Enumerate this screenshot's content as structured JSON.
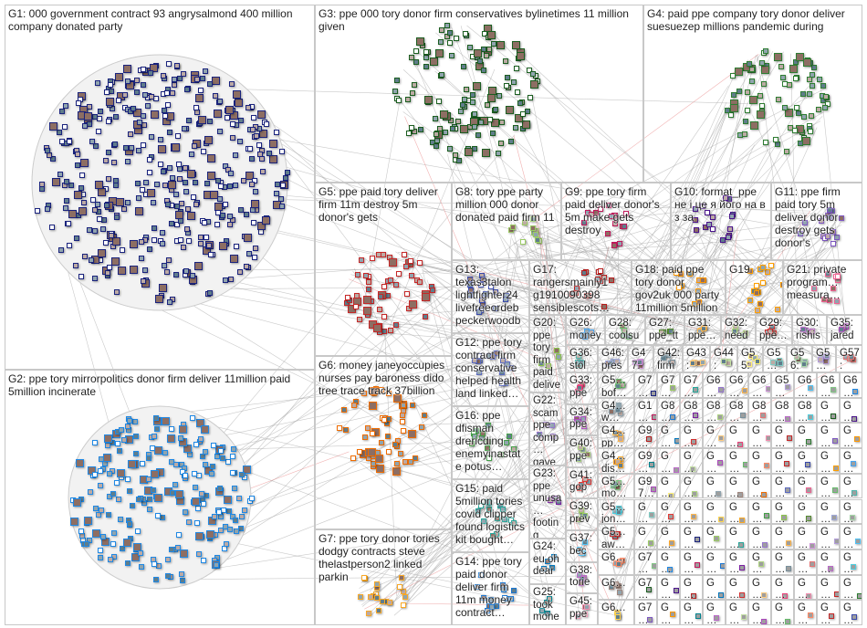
{
  "groups": [
    {
      "id": "G1",
      "label": "G1: 000 government contract 93 angrysalmond 400 million company donated party",
      "color": "#1a237e"
    },
    {
      "id": "G2",
      "label": "G2: ppe tory mirrorpolitics donor firm deliver 11million paid 5million incinerate",
      "color": "#1e88e5"
    },
    {
      "id": "G3",
      "label": "G3: ppe 000 tory donor firm conservatives bylinetimes 11 million given",
      "color": "#1b5e20"
    },
    {
      "id": "G4",
      "label": "G4: paid ppe company tory donor deliver suesuezep millions pandemic during",
      "color": "#2e7d32"
    },
    {
      "id": "G5",
      "label": "G5: ppe paid tory deliver firm 11m destroy 5m donor's gets",
      "color": "#c62828"
    },
    {
      "id": "G6",
      "label": "G6: money janeyoccupies nurses pay baroness dido tree trace track 37billion",
      "color": "#ef6c00"
    },
    {
      "id": "G7",
      "label": "G7: ppe tory donor tories dodgy contracts steve thelastperson2 linked parkin",
      "color": "#f9a825"
    },
    {
      "id": "G8",
      "label": "G8: tory ppe party million 000 donor donated paid firm 11",
      "color": "#9ccc65"
    },
    {
      "id": "G9",
      "label": "G9: ppe tory firm paid deliver donor's 5m make gets destroy",
      "color": "#c2185b"
    },
    {
      "id": "G10",
      "label": "G10: format_ppe не і це я його на в з за",
      "color": "#4a148c"
    },
    {
      "id": "G11",
      "label": "G11: ppe firm paid tory 5m deliver donor destroy gets donor's",
      "color": "#7e57c2"
    },
    {
      "id": "G13",
      "label": "G13: texas3talon lightfighter24 livefreeordeb peckerwoodb…",
      "color": "#3949ab"
    },
    {
      "id": "G12",
      "label": "G12: ppe tory contract firm conservative helped health land linked…",
      "color": "#5c6bc0"
    },
    {
      "id": "G16",
      "label": "G16: ppe dfisman drericding enemyinastate potus…",
      "color": "#43a047"
    },
    {
      "id": "G15",
      "label": "G15: paid 5million tories covid clipper found logistics kit bought…",
      "color": "#26a69a"
    },
    {
      "id": "G14",
      "label": "G14: ppe tory paid donor deliver firm 11m money contract…",
      "color": "#1976d2"
    },
    {
      "id": "G17",
      "label": "G17: rangersmainly1 g1910090398 sensiblescots…",
      "color": "#b71c1c"
    },
    {
      "id": "G18",
      "label": "G18: paid ppe tory donor gov2uk 000 party 11million 5million get's",
      "color": "#ff9800"
    },
    {
      "id": "G19",
      "label": "G19",
      "color": "#ffa000"
    },
    {
      "id": "G21",
      "label": "G21: private program… measura…",
      "color": "#f06292"
    },
    {
      "id": "G20",
      "label": "G20: ppe tory firm paid delive…",
      "color": "#8bc34a"
    },
    {
      "id": "G22",
      "label": "G22: scam ppe comp… gave appoi…",
      "color": "#9575cd"
    },
    {
      "id": "G23",
      "label": "G23: ppe unusa… footing costs…",
      "color": "#7b1fa2"
    },
    {
      "id": "G24",
      "label": "G24: eu oh dear…",
      "color": "#0277bd"
    },
    {
      "id": "G25",
      "label": "G25: took mone…",
      "color": "#00838f"
    },
    {
      "id": "G26",
      "label": "G26: money…",
      "color": "#42a5f5"
    },
    {
      "id": "G28",
      "label": "G28: coolsu…",
      "color": "#66bb6a"
    },
    {
      "id": "G27",
      "label": "G27: ppe_tt…",
      "color": "#558b2f"
    },
    {
      "id": "G31",
      "label": "G31: ppe…",
      "color": "#ffb74d"
    },
    {
      "id": "G32",
      "label": "G32: need…",
      "color": "#aed581"
    },
    {
      "id": "G29",
      "label": "G29: ppe…",
      "color": "#d32f2f"
    },
    {
      "id": "G30",
      "label": "G30: rishis…",
      "color": "#ba68c8"
    },
    {
      "id": "G35",
      "label": "G35: jared…",
      "color": "#ab47bc"
    },
    {
      "id": "G36",
      "label": "G36: stol…",
      "color": "#4db6ac"
    },
    {
      "id": "G46",
      "label": "G46: pres…",
      "color": "#9fa8da"
    },
    {
      "id": "G47",
      "label": "G47: hell…",
      "color": "#ce93d8"
    },
    {
      "id": "G42",
      "label": "G42: firm…",
      "color": "#78909c"
    },
    {
      "id": "G43",
      "label": "G43: sars…",
      "color": "#ffcc80"
    },
    {
      "id": "G44",
      "label": "G44: the…",
      "color": "#c5e1a5"
    },
    {
      "id": "G55",
      "label": "G55: vac…",
      "color": "#fff176"
    },
    {
      "id": "G5x1",
      "label": "G5… fre…",
      "color": "#80cbc4"
    },
    {
      "id": "G56",
      "label": "G56: fas…",
      "color": "#a5d6a7"
    },
    {
      "id": "G5x2",
      "label": "G5… pp…",
      "color": "#b39ddb"
    },
    {
      "id": "G57",
      "label": "G57: kin…",
      "color": "#e57373"
    },
    {
      "id": "G33",
      "label": "G33: ppe…",
      "color": "#ec407a"
    },
    {
      "id": "G34",
      "label": "G34: ppe…",
      "color": "#ab47bc"
    },
    {
      "id": "G40",
      "label": "G40: ppe…",
      "color": "#aed581"
    },
    {
      "id": "G41",
      "label": "G41: gop…",
      "color": "#e53935"
    },
    {
      "id": "G39",
      "label": "G39: prev…",
      "color": "#9ccc65"
    },
    {
      "id": "G37",
      "label": "G37: bec…",
      "color": "#4fc3f7"
    },
    {
      "id": "G38",
      "label": "G38: torie…",
      "color": "#ba68c8"
    },
    {
      "id": "G45",
      "label": "G45: ppe…",
      "color": "#f48fb1"
    },
    {
      "id": "G5a",
      "label": "G5… bof…",
      "color": "#66bb6a"
    },
    {
      "id": "G4a",
      "label": "G4… w…",
      "color": "#90a4ae"
    },
    {
      "id": "G4b",
      "label": "G4… pp…",
      "color": "#ffb74d"
    },
    {
      "id": "G4c",
      "label": "G4… dis…",
      "color": "#ffa726"
    },
    {
      "id": "G5b",
      "label": "G5… mo…",
      "color": "#81c784"
    },
    {
      "id": "G5c",
      "label": "G5… jon…",
      "color": "#4dd0e1"
    },
    {
      "id": "G5d",
      "label": "G5… aw…",
      "color": "#c62828"
    },
    {
      "id": "G6a",
      "label": "G6…",
      "color": "#ff8a65"
    },
    {
      "id": "G6b",
      "label": "G6…",
      "color": "#a1887f"
    },
    {
      "id": "G6c",
      "label": "G6…",
      "color": "#ffd54f"
    }
  ],
  "small_groups": [
    "G7…",
    "G7…",
    "G7…",
    "G6…",
    "G6…",
    "G6…",
    "G5…",
    "G6…",
    "G6…",
    "G6…",
    "G1…",
    "G8…",
    "G8…",
    "G8…",
    "G8…",
    "G8…",
    "G8…",
    "G8…",
    "G…",
    "G…",
    "G9…",
    "G…",
    "G…",
    "G…",
    "G…",
    "G…",
    "G…",
    "G…",
    "G…",
    "G…",
    "G9…",
    "G…",
    "G…",
    "G…",
    "G…",
    "G…",
    "G…",
    "G…",
    "G…",
    "G…",
    "G97…",
    "G…",
    "G…",
    "G…",
    "G…",
    "G…",
    "G…",
    "G…",
    "G…",
    "G…",
    "G…",
    "G…",
    "G…",
    "G…",
    "G…",
    "G…",
    "G…",
    "G…",
    "G…",
    "G…",
    "G…",
    "G…",
    "G…",
    "G…",
    "G…",
    "G…",
    "G…",
    "G…",
    "G…",
    "G…",
    "G7…",
    "G…",
    "G…",
    "G…",
    "G…",
    "G…",
    "G…",
    "G…",
    "G…",
    "G…",
    "G7…",
    "G…",
    "G…",
    "G…",
    "G…",
    "G…",
    "G…",
    "G…",
    "G…",
    "G…",
    "G7…",
    "G…",
    "G…",
    "G…",
    "G…",
    "G…",
    "G…",
    "G…",
    "G…",
    "G…"
  ]
}
